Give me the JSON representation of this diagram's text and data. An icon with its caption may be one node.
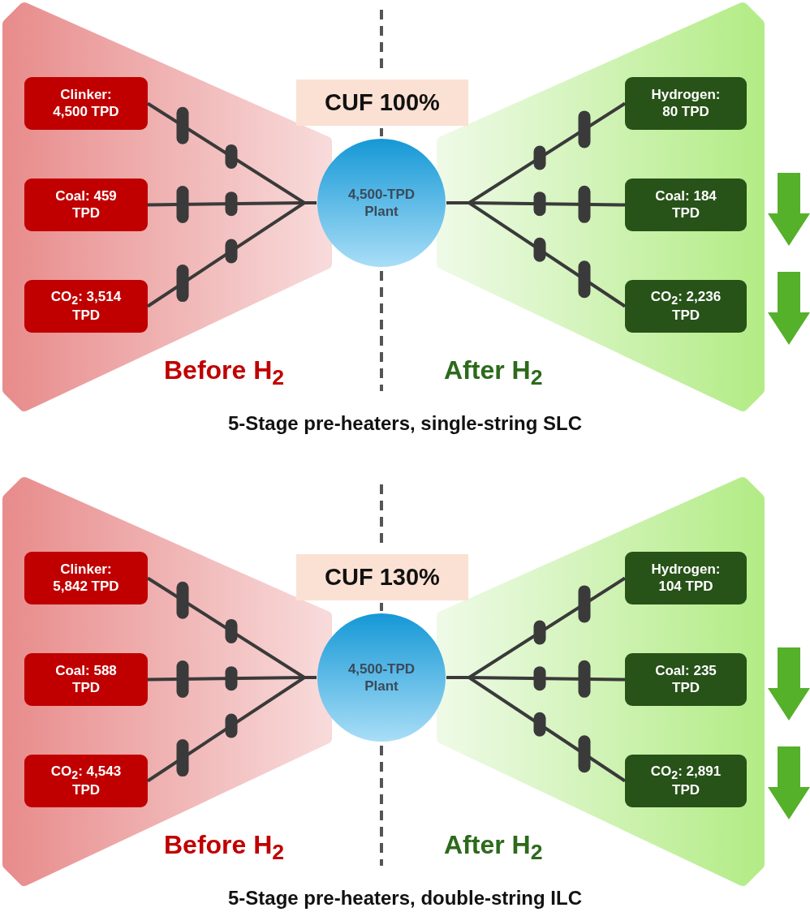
{
  "diagram": {
    "nodes": [
      {
        "text": [
          "Before H$_{2}$"
        ]
      },
      {
        "text": [
          "Clinker: 4,500 TPD"
        ],
        "in": 0
      },
      {
        "text": [
          "Coal: 459 TPD"
        ],
        "in": 0
      },
      {
        "text": [
          "CO$_{2}$: 3,514 TPD"
        ],
        "in": 0
      },
      {
        "text": [
          "CUF 100%"
        ]
      },
      {
        "text": [
          "4,500-TPD Plant"
        ]
      },
      {
        "text": [
          "After H$_{2}$"
        ]
      },
      {
        "text": [
          "Hydrogen: 80 TPD"
        ],
        "in": 6
      },
      {
        "text": [
          "Coal: 184 TPD"
        ],
        "in": 6
      },
      {
        "text": [
          "CO$_{2}$: 2,236 TPD"
        ],
        "in": 6
      },
      {
        "text": [
          "Before H$_{2}$"
        ]
      },
      {
        "text": [
          "Clinker: 5,842 TPD"
        ],
        "in": 10
      },
      {
        "text": [
          "Coal: 588 TPD"
        ],
        "in": 10
      },
      {
        "text": [
          "CO$_{2}$: 4,543 TPD"
        ],
        "in": 10
      },
      {
        "text": [
          "CUF 130%"
        ]
      },
      {
        "text": [
          "4,500-TPD Plant"
        ]
      },
      {
        "text": [
          "After H$_{2}$"
        ]
      },
      {
        "text": [
          "Hydrogen: 104 TPD"
        ],
        "in": 16
      },
      {
        "text": [
          "Coal: 235 TPD"
        ],
        "in": 16
      },
      {
        "text": [
          "CO$_{2}$: 2,891 TPD"
        ],
        "in": 16
      }
    ],
    "edges": [
      {
        "from": 1,
        "to": 5,
        "arrow": "none"
      },
      {
        "from": 2,
        "to": 5,
        "arrow": "none"
      },
      {
        "from": 3,
        "to": 5,
        "arrow": "none"
      },
      {
        "from": 7,
        "to": 5,
        "arrow": "none"
      },
      {
        "from": 8,
        "to": 5,
        "arrow": "none"
      },
      {
        "from": 9,
        "to": 5,
        "arrow": "none"
      },
      {
        "from": 11,
        "to": 15,
        "arrow": "none"
      },
      {
        "from": 12,
        "to": 15,
        "arrow": "none"
      },
      {
        "from": 13,
        "to": 15,
        "arrow": "none"
      },
      {
        "from": 17,
        "to": 15,
        "arrow": "none"
      },
      {
        "from": 18,
        "to": 15,
        "arrow": "none"
      },
      {
        "from": 19,
        "to": 15,
        "arrow": "none"
      }
    ],
    "labels": [
      "5-Stage pre-heaters, single-string SLC",
      "5-Stage pre-heaters, double-string ILC"
    ]
  }
}
